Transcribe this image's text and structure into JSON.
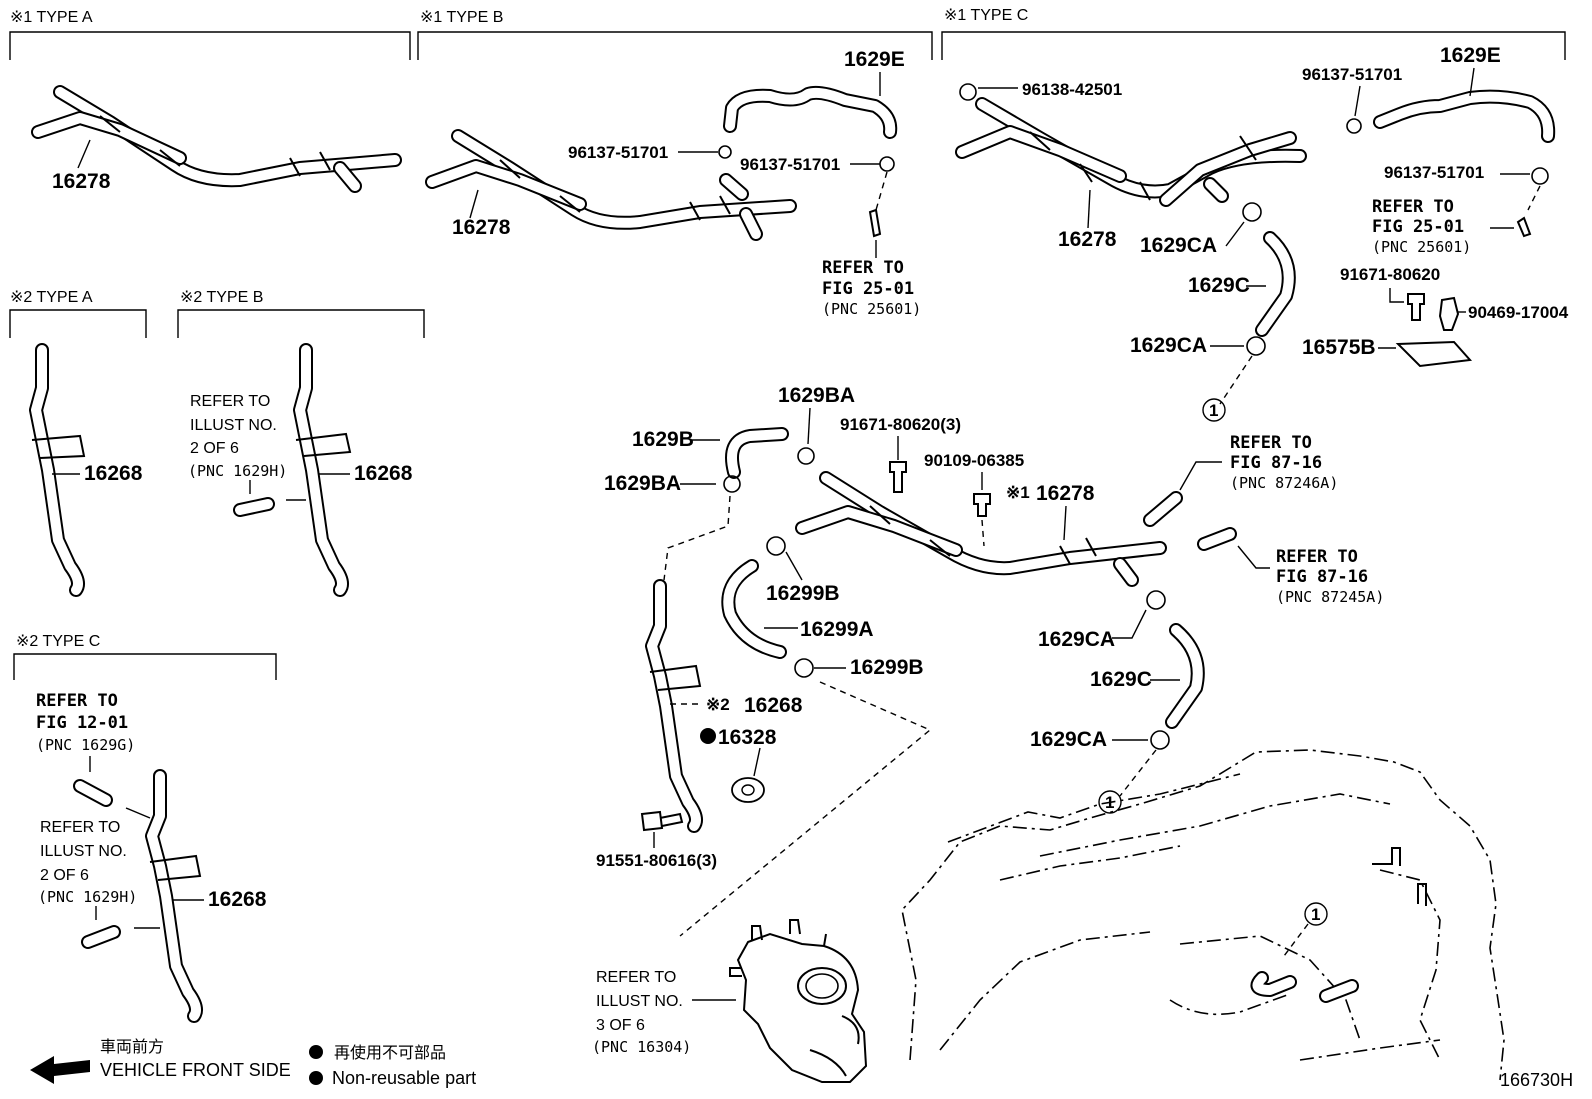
{
  "headers": {
    "type_a1": "※1 TYPE A",
    "type_b1": "※1 TYPE B",
    "type_c1": "※1 TYPE C",
    "type_a2": "※2  TYPE A",
    "type_b2": "※2  TYPE B",
    "type_c2": "※2  TYPE C"
  },
  "labels": {
    "a1_16278": "16278",
    "b1_16278": "16278",
    "b1_1629E": "1629E",
    "b1_96137a": "96137-51701",
    "b1_96137b": "96137-51701",
    "b1_ref1": "REFER TO",
    "b1_ref2": "FIG 25-01",
    "b1_ref3": "(PNC 25601)",
    "c1_96138": "96138-42501",
    "c1_96137a": "96137-51701",
    "c1_1629E": "1629E",
    "c1_96137b": "96137-51701",
    "c1_ref1": "REFER TO",
    "c1_ref2": "FIG 25-01",
    "c1_ref3": "(PNC 25601)",
    "c1_16278": "16278",
    "c1_1629CA_a": "1629CA",
    "c1_1629C": "1629C",
    "c1_1629CA_b": "1629CA",
    "c1_91671": "91671-80620",
    "c1_90469": "90469-17004",
    "c1_16575B": "16575B",
    "a2_16268": "16268",
    "b2_ref1": "REFER TO",
    "b2_ref2": "ILLUST NO.",
    "b2_ref3": "2 OF 6",
    "b2_ref4": "(PNC 1629H)",
    "b2_16268": "16268",
    "c2_ref1": "REFER TO",
    "c2_ref2": "FIG 12-01",
    "c2_ref3": "(PNC 1629G)",
    "c2_ref4": "REFER TO",
    "c2_ref5": "ILLUST NO.",
    "c2_ref6": "2 OF 6",
    "c2_ref7": "(PNC 1629H)",
    "c2_16268": "16268",
    "m_1629BA_a": "1629BA",
    "m_1629B": "1629B",
    "m_1629BA_b": "1629BA",
    "m_91671": "91671-80620(3)",
    "m_90109": "90109-06385",
    "m_16278_prefix": "※1",
    "m_16278": "16278",
    "m_ref87a1": "REFER TO",
    "m_ref87a2": "FIG 87-16",
    "m_ref87a3": "(PNC 87246A)",
    "m_ref87b1": "REFER TO",
    "m_ref87b2": "FIG 87-16",
    "m_ref87b3": "(PNC 87245A)",
    "m_16299B_a": "16299B",
    "m_16299A": "16299A",
    "m_16299B_b": "16299B",
    "m_16268_prefix": "※2",
    "m_16268": "16268",
    "m_16328": "16328",
    "m_91551": "91551-80616(3)",
    "m_1629CA_a": "1629CA",
    "m_1629C": "1629C",
    "m_1629CA_b": "1629CA",
    "m_ref163_1": "REFER TO",
    "m_ref163_2": "ILLUST NO.",
    "m_ref163_3": "3 OF 6",
    "m_ref163_4": "(PNC 16304)",
    "circle1_a": "1",
    "circle1_b": "1",
    "circle1_c": "1",
    "legend_jp_front": "車両前方",
    "legend_front": "VEHICLE FRONT SIDE",
    "legend_jp_nonreuse": "再使用不可部品",
    "legend_nonreuse": "Non-reusable part",
    "illus_no": "166730H"
  }
}
